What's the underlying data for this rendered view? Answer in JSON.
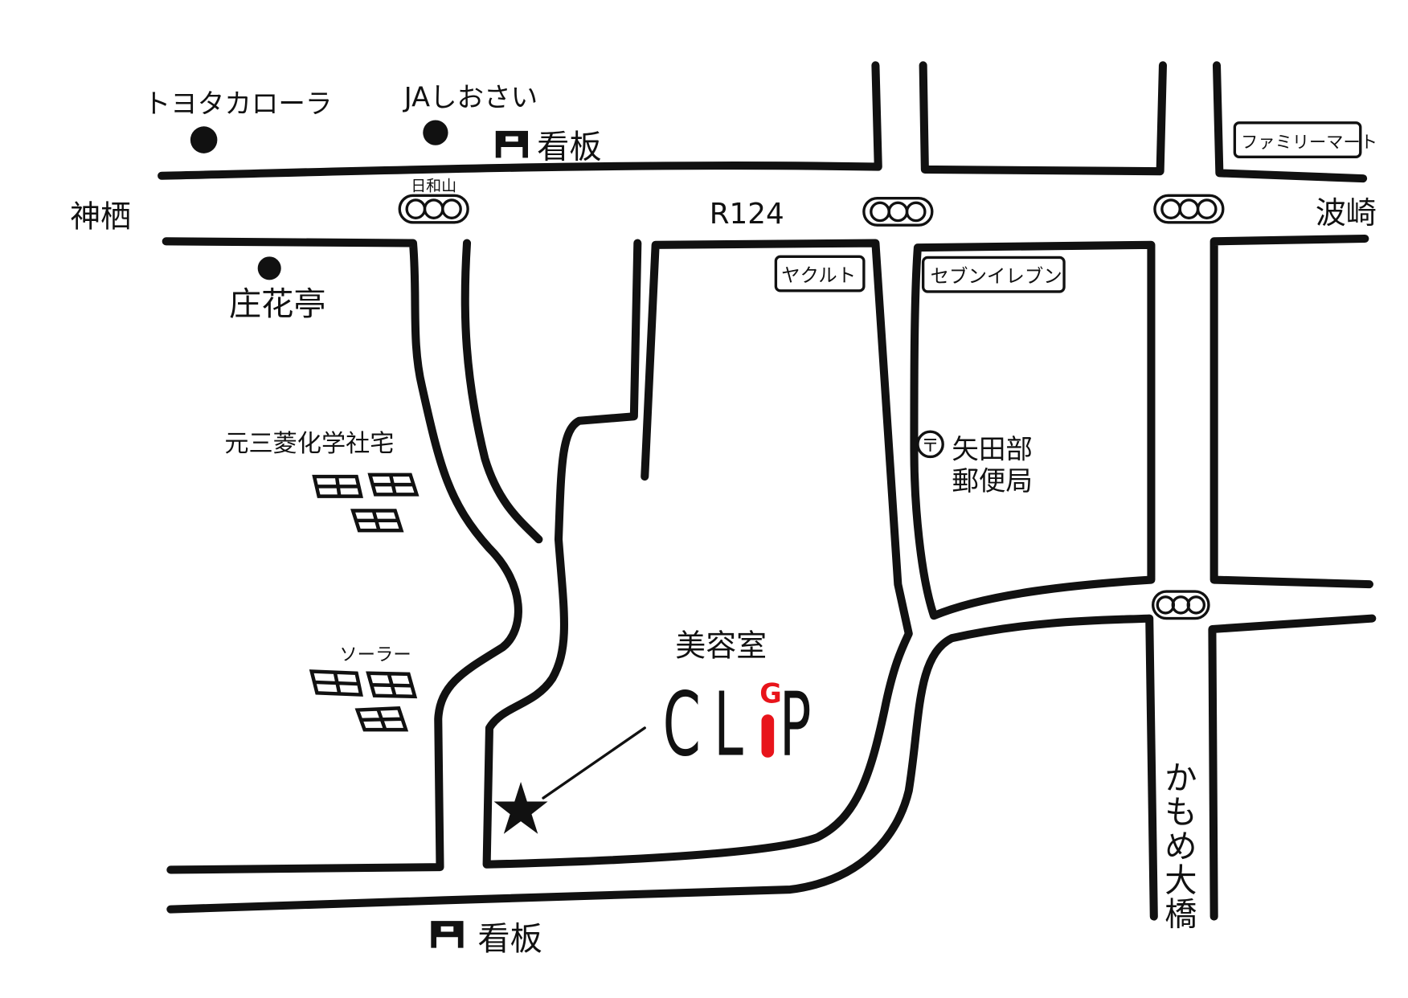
{
  "map": {
    "title_area": {
      "salon_type": "美容室",
      "logo": {
        "text_c": "C",
        "text_l": "L",
        "text_i": "i",
        "text_p": "P",
        "mark": "G",
        "accent_color": "#e8141b"
      }
    },
    "directions": {
      "west": "神栖",
      "east": "波崎"
    },
    "roads": {
      "main_route": "R124",
      "bridge": "かもめ大橋"
    },
    "traffic_lights": {
      "hiyoriyama": "日和山"
    },
    "landmarks": {
      "toyota": "トヨタカローラ",
      "ja": "JAしおさい",
      "sign_top": "看板",
      "sign_bottom": "看板",
      "shokatei": "庄花亭",
      "familymart": "ファミリーマート",
      "yakult": "ヤクルト",
      "seven_eleven": "セブンイレブン",
      "post_mark": "〒",
      "post_office_line1": "矢田部",
      "post_office_line2": "郵便局",
      "housing": "元三菱化学社宅",
      "solar": "ソーラー"
    },
    "colors": {
      "ink": "#111111",
      "paper": "#ffffff",
      "accent": "#e8141b"
    }
  }
}
